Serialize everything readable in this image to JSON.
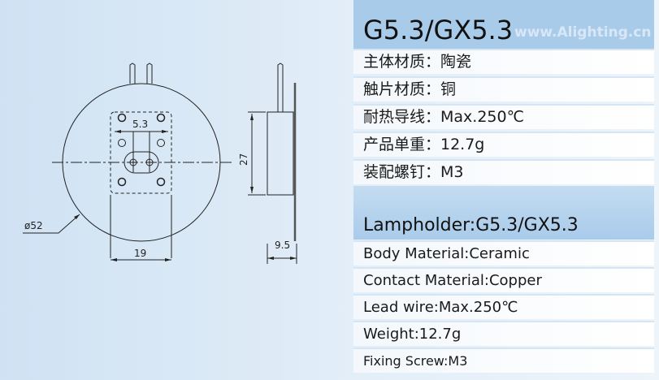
{
  "drawing": {
    "dim_pin_spacing": "5.3",
    "dim_height": "27",
    "dim_diameter": "ø52",
    "dim_width": "19",
    "dim_depth": "9.5"
  },
  "cn": {
    "title": "G5.3/GX5.3",
    "watermark": "www.Alighting.cn",
    "rows": [
      "主体材质：陶瓷",
      "触片材质：铜",
      "耐热导线：Max.250℃",
      "产品单重：12.7g",
      "装配螺钉：M3"
    ]
  },
  "en": {
    "title": "Lampholder:G5.3/GX5.3",
    "rows": [
      "Body Material:Ceramic",
      "Contact Material:Copper",
      "Lead wire:Max.250℃",
      "Weight:12.7g",
      "Fixing Screw:M3"
    ]
  }
}
